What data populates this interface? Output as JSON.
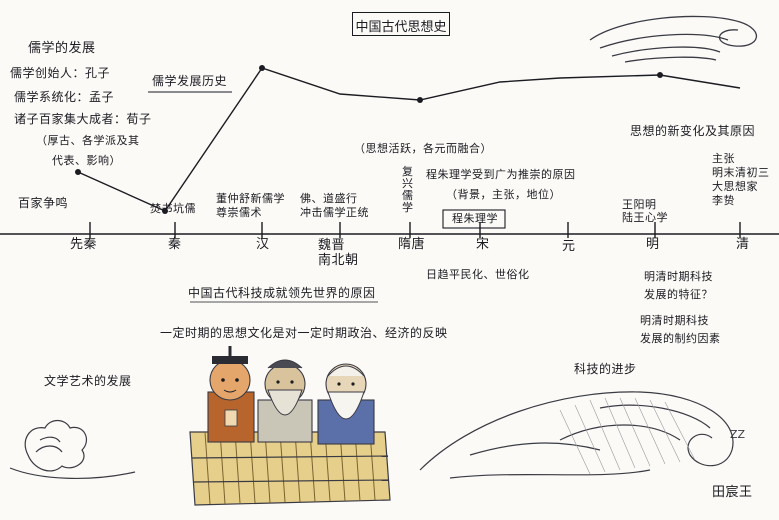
{
  "title": "中国古代思想史",
  "confucian": {
    "heading": "儒学的发展",
    "lines": [
      "儒学创始人：孔子",
      "儒学系统化：孟子",
      "诸子百家集大成者：荀子",
      "（厚古、各学派及其",
      "代表、影响）"
    ]
  },
  "history_label": "儒学发展历史",
  "dynasties": [
    "先秦",
    "秦",
    "汉",
    "魏晋\n南北朝",
    "隋唐",
    "宋",
    "元",
    "明",
    "清"
  ],
  "above_notes": {
    "baijia": "百家争鸣",
    "qin": "焚书坑儒",
    "han": "董仲舒新儒学\n尊崇儒术",
    "weijin": "佛、道盛行\n冲击儒学正统",
    "suitang": "复\n兴\n儒\n学",
    "song_top": "程朱理学受到广为推崇的原因",
    "song_box": "程朱理学",
    "song_paren": "（背景，主张，地位）",
    "sixiang": "（思想活跃，各元而融合）",
    "ming_lu": "王阳明\n陆王心学",
    "qing": "主张\n明末清初三\n大思想家\n李贽",
    "new_change": "思想的新变化及其原因"
  },
  "below_notes": {
    "song_below": "日趋平民化、世俗化",
    "ming_q1": "明清时期科技\n发展的特征？",
    "ming_q2": "明清时期科技\n发展的制约因素"
  },
  "center_notes": {
    "tech_lead": "中国古代科技成就领先世界的原因",
    "culture": "一定时期的思想文化是对一定时期政治、经济的反映"
  },
  "bottom": {
    "art": "文学艺术的发展",
    "tech": "科技的进步",
    "signature": "田宸王"
  }
}
